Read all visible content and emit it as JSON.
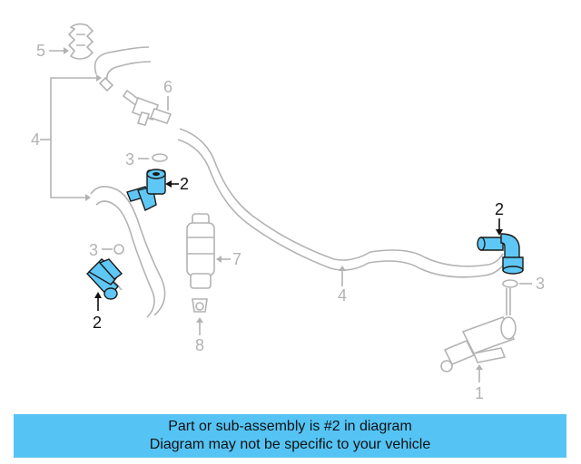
{
  "callouts": {
    "c5": "5",
    "c6": "6",
    "c4_left": "4",
    "c3_upper": "3",
    "c2_upper": "2",
    "c3_lower": "3",
    "c2_lower": "2",
    "c7": "7",
    "c8": "8",
    "c2_right": "2",
    "c4_bottom": "4",
    "c3_right": "3",
    "c1": "1"
  },
  "banner": {
    "line1": "Part or sub-assembly is #2 in diagram",
    "line2": "Diagram may not be specific to your vehicle"
  },
  "colors": {
    "highlight": "#5fc7f5",
    "banner": "#55c4f5",
    "line_art": "#b3b3b3"
  }
}
